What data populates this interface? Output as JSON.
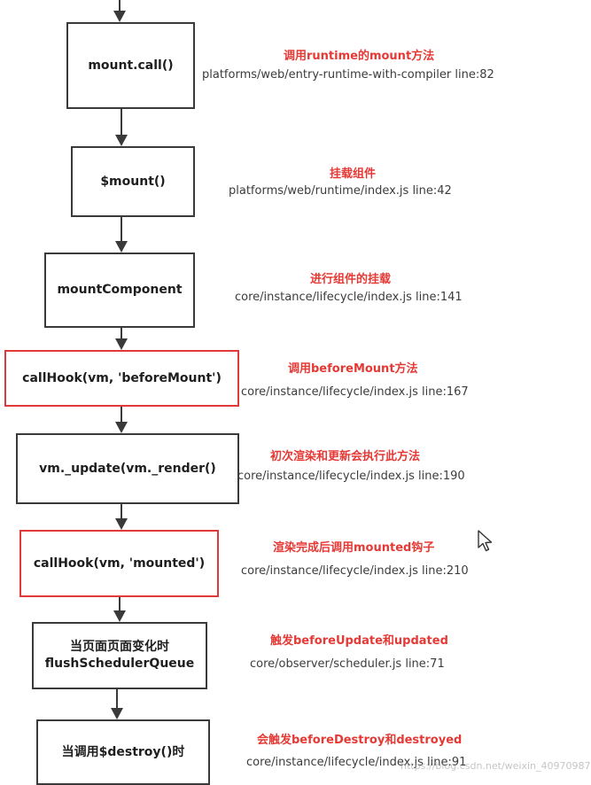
{
  "steps": [
    {
      "lines": [
        "mount.call()"
      ],
      "title": "调用runtime的mount方法",
      "path": "platforms/web/entry-runtime-with-compiler line:82",
      "highlight": false
    },
    {
      "lines": [
        "$mount()"
      ],
      "title": "挂载组件",
      "path": "platforms/web/runtime/index.js  line:42",
      "highlight": false
    },
    {
      "lines": [
        "mountComponent"
      ],
      "title": "进行组件的挂载",
      "path": "core/instance/lifecycle/index.js line:141",
      "highlight": false
    },
    {
      "lines": [
        "callHook(vm, 'beforeMount')"
      ],
      "title": "调用beforeMount方法",
      "path": "core/instance/lifecycle/index.js line:167",
      "highlight": true
    },
    {
      "lines": [
        "vm._update(vm._render()"
      ],
      "title": "初次渲染和更新会执行此方法",
      "path": "core/instance/lifecycle/index.js line:190",
      "highlight": false
    },
    {
      "lines": [
        "callHook(vm, 'mounted')"
      ],
      "title": "渲染完成后调用mounted钩子",
      "path": "core/instance/lifecycle/index.js line:210",
      "highlight": true
    },
    {
      "lines": [
        "当页面页面变化时",
        "flushSchedulerQueue"
      ],
      "title": "触发beforeUpdate和updated",
      "path": "core/observer/scheduler.js line:71",
      "highlight": false
    },
    {
      "lines": [
        "当调用$destroy()时"
      ],
      "title": "会触发beforeDestroy和destroyed",
      "path": "core/instance/lifecycle/index.js line:91",
      "highlight": false
    }
  ],
  "watermark": "https://blog.csdn.net/weixin_40970987",
  "colors": {
    "box_border": "#3a3a3a",
    "highlight_border": "#e0393a",
    "title_red": "#e53935",
    "arrow": "#3a3a3a"
  },
  "icons": {
    "cursor": "mouse-pointer-icon"
  }
}
